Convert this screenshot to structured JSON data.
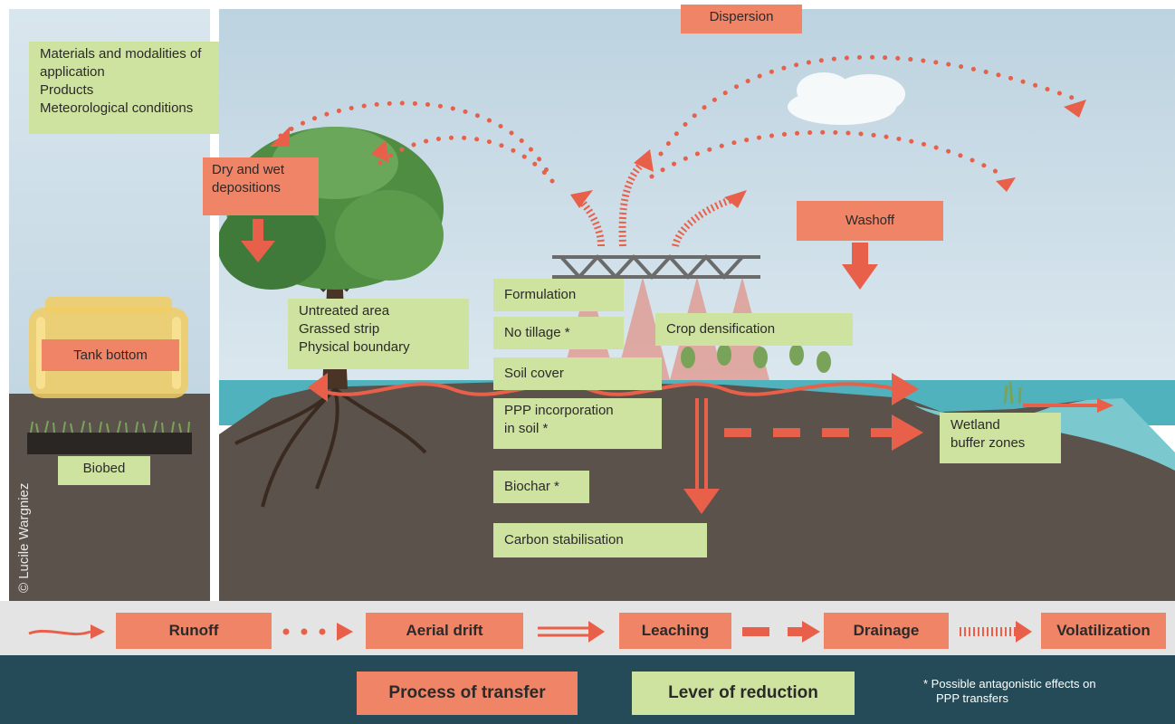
{
  "credit": "© Lucile Wargniez",
  "levers": {
    "materials_line1": "Materials and modalities of",
    "materials_line2": "application",
    "materials_line3": "Products",
    "materials_line4": "Meteorological conditions",
    "untreated_line1": "Untreated area",
    "untreated_line2": "Grassed strip",
    "untreated_line3": "Physical boundary",
    "formulation": "Formulation",
    "no_tillage": "No tillage *",
    "soil_cover": "Soil cover",
    "ppp_line1": "PPP incorporation",
    "ppp_line2": "in soil *",
    "biochar": "Biochar *",
    "carbon": "Carbon stabilisation",
    "crop_densification": "Crop densification",
    "wetland_line1": "Wetland",
    "wetland_line2": "buffer zones",
    "biobed": "Biobed"
  },
  "processes": {
    "dispersion": "Dispersion",
    "dry_wet_line1": "Dry and wet",
    "dry_wet_line2": "depositions",
    "washoff": "Washoff",
    "tank_bottom": "Tank bottom"
  },
  "process_strip": {
    "runoff": "Runoff",
    "aerial_drift": "Aerial drift",
    "leaching": "Leaching",
    "drainage": "Drainage",
    "volatilization": "Volatilization"
  },
  "legend": {
    "process_label": "Process of transfer",
    "lever_label": "Lever of reduction",
    "note_line1": "* Possible antagonistic effects on",
    "note_line2": "PPP transfers"
  },
  "colors": {
    "process": "#f08466",
    "lever": "#cfe3a0",
    "arrow": "#e8604a",
    "legend_bar": "#244b57",
    "soil": "#5b524b",
    "sky": "#cfe0ea",
    "water": "#4fb2bd"
  }
}
